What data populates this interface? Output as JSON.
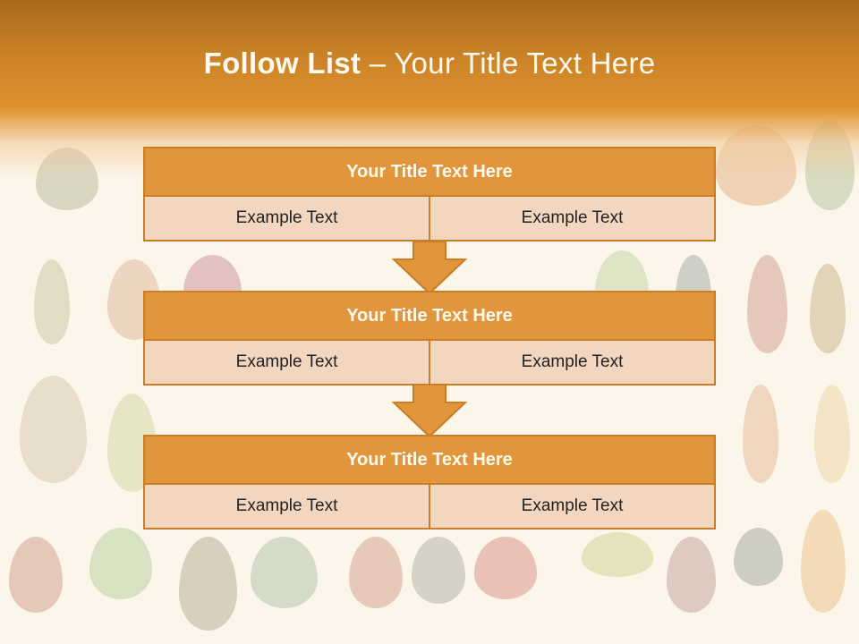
{
  "header": {
    "title_strong": "Follow List",
    "title_rest": " – Your Title Text Here"
  },
  "blocks": [
    {
      "title": "Your Title Text Here",
      "left": "Example Text",
      "right": "Example Text"
    },
    {
      "title": "Your Title Text Here",
      "left": "Example Text",
      "right": "Example Text"
    },
    {
      "title": "Your Title Text Here",
      "left": "Example Text",
      "right": "Example Text"
    }
  ],
  "colors": {
    "header": "#de912e",
    "block_title": "#e2963c",
    "block_cell": "#f3d6bf",
    "border": "#c97d24",
    "background": "#fcf6ea"
  }
}
